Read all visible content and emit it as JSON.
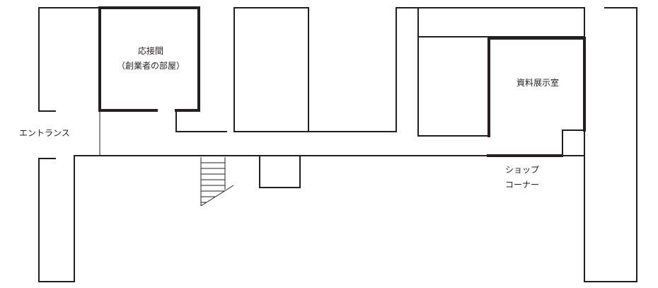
{
  "rooms": {
    "reception": {
      "name": "応接間",
      "note": "（創業者の部屋）"
    },
    "archive": {
      "name": "資料展示室"
    },
    "entrance": {
      "name": "エントランス"
    },
    "shop": {
      "line1": "ショップ",
      "line2": "コーナー"
    }
  }
}
